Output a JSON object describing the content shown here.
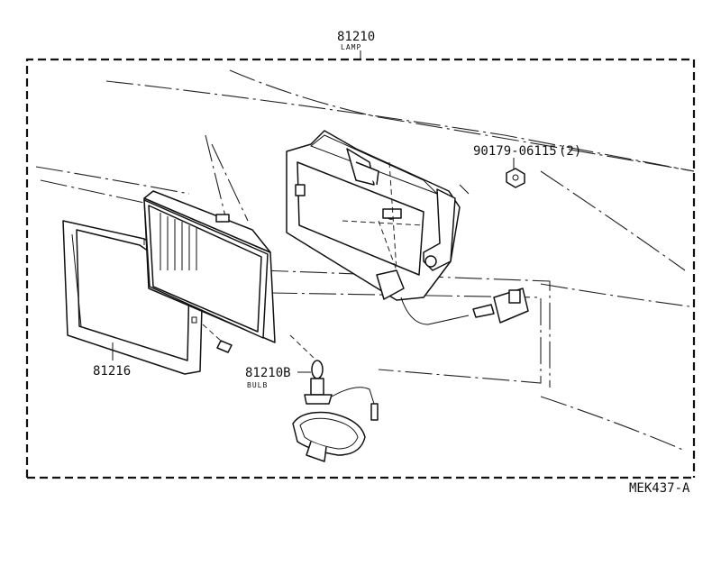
{
  "diagram": {
    "lamp_assembly": {
      "part_number": "81210",
      "name": "LAMP"
    },
    "nut": {
      "part_number": "90179-06115",
      "quantity": "(2)"
    },
    "rim": {
      "part_number": "81216"
    },
    "bulb": {
      "part_number": "81210B",
      "name": "BULB"
    },
    "figure_code": "MEK437-A"
  }
}
